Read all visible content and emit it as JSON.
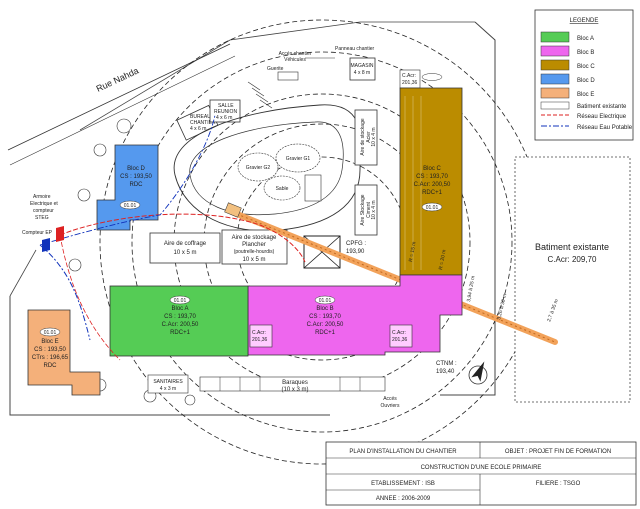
{
  "legend": {
    "title": "LEGENDE",
    "items": [
      {
        "label": "Bloc A",
        "color": "#55cc55"
      },
      {
        "label": "Bloc B",
        "color": "#ee66ee"
      },
      {
        "label": "Bloc C",
        "color": "#bb8c00"
      },
      {
        "label": "Bloc D",
        "color": "#5599ee"
      },
      {
        "label": "Bloc E",
        "color": "#f4b07a"
      },
      {
        "label": "Batiment existante"
      },
      {
        "label": "Réseau Electrique",
        "color": "#dd2222"
      },
      {
        "label": "Réseau Eau Potable",
        "color": "#1133bb"
      }
    ]
  },
  "street": "Rue Nahda",
  "blocks": {
    "a": {
      "name": "Bloc A",
      "cs": "CS : 193,70",
      "cacr": "C.Acr: 200,50",
      "level": "RDC+1",
      "tag": "01.01"
    },
    "b": {
      "name": "Bloc B",
      "cs": "CS : 193,70",
      "cacr": "C.Acr: 200,50",
      "level": "RDC+1",
      "tag": "01.01"
    },
    "c": {
      "name": "Bloc C",
      "cs": "CS : 193,70",
      "cacr": "C.Acr: 200,50",
      "level": "RDC+1",
      "tag": "01.01"
    },
    "d": {
      "name": "Bloc D",
      "cs": "CS : 193,50",
      "level": "RDC",
      "tag": "01.01"
    },
    "e": {
      "name": "Bloc E",
      "cs": "CS : 193,50",
      "ctrs": "CTrs : 196,65",
      "level": "RDC",
      "tag": "01.01"
    }
  },
  "existing_building": {
    "name": "Batiment existante",
    "cacr": "C.Acr: 209,70"
  },
  "labels": {
    "acces_vehicules_1": "Accés chantier",
    "acces_vehicules_2": "Véhicules",
    "acces_ouvriers_1": "Accés",
    "acces_ouvriers_2": "Ouvriers",
    "guerite": "Guerite",
    "magasin_1": "MAGASIN",
    "magasin_2": "4 x 8 m",
    "bureau_1": "BUREAU",
    "bureau_2": "CHANTIER",
    "bureau_3": "4 x 6 m",
    "salle_1": "SALLE",
    "salle_2": "REUNION",
    "salle_3": "4 x 6 m",
    "acr_top": "C.Acr:",
    "acr_top_val": "201,36",
    "acr_mid1": "C.Acr:",
    "acr_mid1_val": "201,36",
    "acr_mid2": "C.Acr:",
    "acr_mid2_val": "201,36",
    "gravier_g1": "Gravier G1",
    "gravier_g2": "Gravier G2",
    "sable": "Sable",
    "stock_acier_1": "Aire de stockage",
    "stock_acier_2": "Acier",
    "stock_acier_3": "10 x 4 m",
    "stock_ciment_1": "Aire Stockage",
    "stock_ciment_2": "Ciment",
    "stock_ciment_3": "10 x 4 m",
    "coffrage_1": "Aire de coffrage",
    "coffrage_2": "10 x 5 m",
    "plancher_1": "Aire de stockage",
    "plancher_2": "Plancher",
    "plancher_3": "(poutrelle-hourdis)",
    "plancher_4": "10 x 5 m",
    "cpfg_1": "CPFG :",
    "cpfg_2": "193,90",
    "ctnm_1": "CTNM :",
    "ctnm_2": "193,40",
    "sanitaires_1": "SANITAIRES",
    "sanitaires_2": "4 x 3 m",
    "baraques_1": "Baraques",
    "baraques_2": "(10 x 3 m)",
    "armoire_1": "Armoire",
    "armoire_2": "Electrique et",
    "armoire_3": "compteur",
    "armoire_4": "STEG",
    "compteur": "Compteur EP",
    "radius_1": "R = 15 m",
    "radius_2": "R = 20 m",
    "radius_3": "3,94 à 25 m",
    "radius_4": "3,26 à 30 m",
    "radius_5": "2,7 à 35 m"
  },
  "title_block": {
    "plan": "PLAN D'INSTALLATION DU CHANTIER",
    "objet": "OBJET : PROJET FIN DE FORMATION",
    "construction": "CONSTRUCTION D'UNE ECOLE PRIMAIRE",
    "etablissement": "ETABLISSEMENT : ISB",
    "filiere": "FILIERE : TSGO",
    "annee": "ANNEE : 2006-2009"
  }
}
